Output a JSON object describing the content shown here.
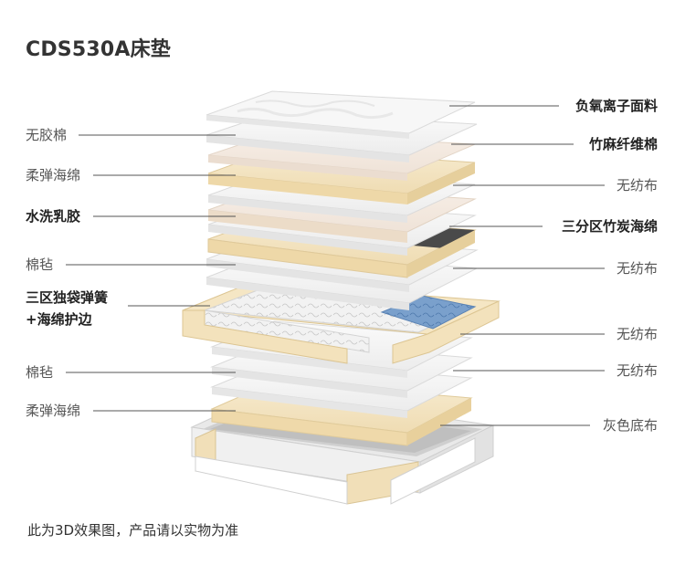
{
  "title": "CDS530A床垫",
  "footnote": "此为3D效果图，产品请以实物为准",
  "left_labels": [
    {
      "text": "无胶棉",
      "bold": false
    },
    {
      "text": "柔弹海绵",
      "bold": false
    },
    {
      "text": "水洗乳胶",
      "bold": true
    },
    {
      "text": "棉毡",
      "bold": false
    },
    {
      "text": "三区独袋弹簧",
      "bold": true
    },
    {
      "text": "+海绵护边",
      "bold": true
    },
    {
      "text": "棉毡",
      "bold": false
    },
    {
      "text": "柔弹海绵",
      "bold": false
    }
  ],
  "right_labels": [
    {
      "text": "负氧离子面料",
      "bold": true
    },
    {
      "text": "竹麻纤维棉",
      "bold": true
    },
    {
      "text": "无纺布",
      "bold": false
    },
    {
      "text": "三分区竹炭海绵",
      "bold": true
    },
    {
      "text": "无纺布",
      "bold": false
    },
    {
      "text": "无纺布",
      "bold": false
    },
    {
      "text": "无纺布",
      "bold": false
    },
    {
      "text": "灰色底布",
      "bold": false
    }
  ],
  "colors": {
    "white_layer": "#f4f4f4",
    "white_edge": "#d9d9d9",
    "cream_layer": "#f3e4c2",
    "cream_edge": "#e2cd9f",
    "latex_layer": "#eeddc0",
    "charcoal": "#4a4a4a",
    "spring_blue": "#6f95c6",
    "leader_line": "#555555"
  }
}
